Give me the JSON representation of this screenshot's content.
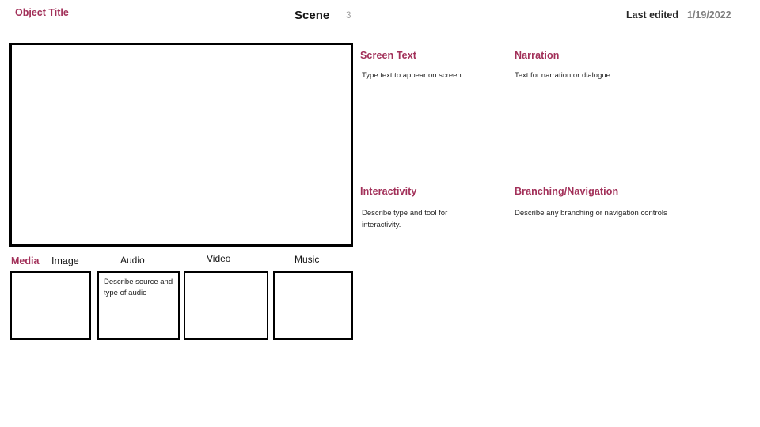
{
  "header": {
    "object_title": "Object Title",
    "scene_label": "Scene",
    "scene_number": "3",
    "last_edited_label": "Last edited",
    "last_edited_date": "1/19/2022"
  },
  "details": {
    "screen_text": {
      "heading": "Screen Text",
      "body": "Type text to appear on screen"
    },
    "narration": {
      "heading": "Narration",
      "body": "Text for narration or dialogue"
    },
    "interactivity": {
      "heading": "Interactivity",
      "body": "Describe type and tool for interactivity."
    },
    "branching": {
      "heading": "Branching/Navigation",
      "body": "Describe any branching or navigation controls"
    }
  },
  "media": {
    "label": "Media",
    "image_label": "Image",
    "audio_label": "Audio",
    "video_label": "Video",
    "music_label": "Music",
    "audio_placeholder": "Describe source and type of audio"
  },
  "colors": {
    "accent": "#a23059",
    "muted": "#7f7f7f",
    "scene_number": "#9e9e9e",
    "text": "#262626",
    "line": "#000000"
  }
}
